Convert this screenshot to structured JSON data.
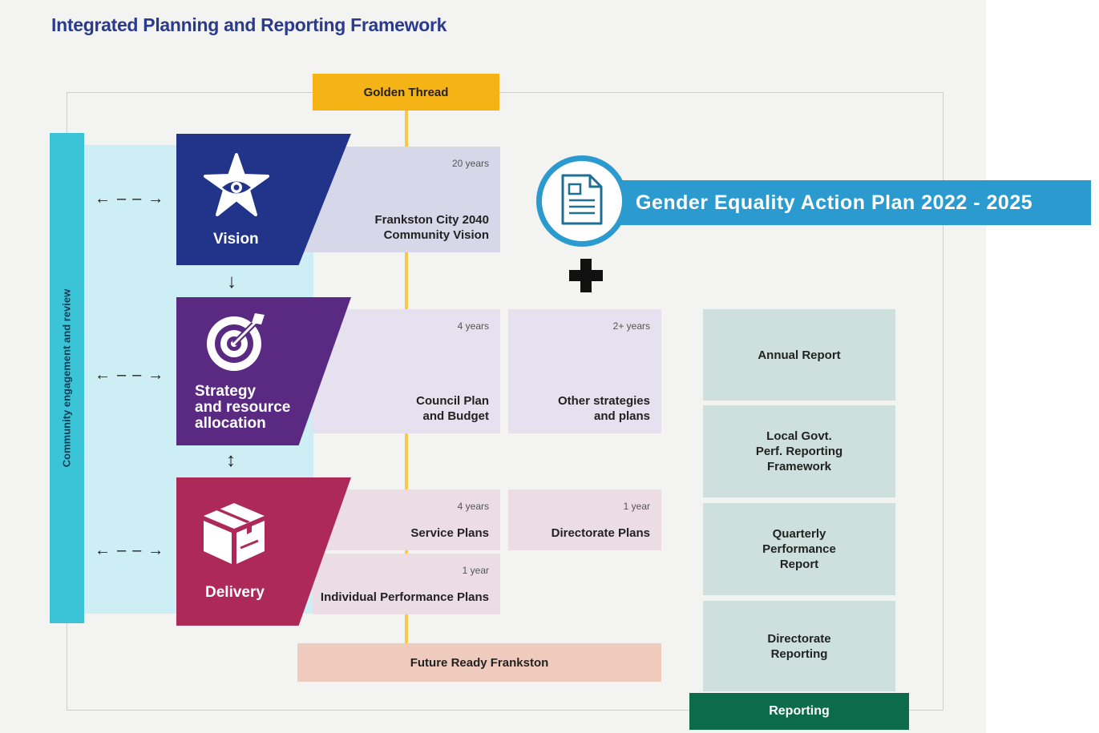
{
  "title": "Integrated Planning and Reporting Framework",
  "golden_thread": "Golden Thread",
  "community": "Community engagement and review",
  "stages": {
    "vision": "Vision",
    "strategy": [
      "Strategy",
      "and resource",
      "allocation"
    ],
    "delivery": "Delivery"
  },
  "plans": {
    "vision": {
      "years": "20 years",
      "name": [
        "Frankston City 2040",
        "Community Vision"
      ]
    },
    "council": {
      "years": "4 years",
      "name": [
        "Council Plan",
        "and Budget"
      ]
    },
    "other": {
      "years": "2+ years",
      "name": [
        "Other strategies",
        "and plans"
      ]
    },
    "service": {
      "years": "4 years",
      "name": "Service Plans"
    },
    "directorate": {
      "years": "1 year",
      "name": "Directorate Plans"
    },
    "individual": {
      "years": "1 year",
      "name": "Individual Performance Plans"
    }
  },
  "future": "Future Ready Frankston",
  "reports": {
    "annual": "Annual Report",
    "lgprf": [
      "Local Govt.",
      "Perf. Reporting",
      "Framework"
    ],
    "quarterly": [
      "Quarterly",
      "Performance",
      "Report"
    ],
    "directorate": [
      "Directorate",
      "Reporting"
    ]
  },
  "reporting": "Reporting",
  "gender_plan": "Gender Equality Action Plan 2022 - 2025",
  "icons": {
    "vision": "star-eye-icon",
    "strategy": "target-icon",
    "delivery": "box-icon",
    "document": "document-icon",
    "plus": "plus-icon"
  },
  "colors": {
    "vision": "#213489",
    "strategy": "#5a2a83",
    "delivery": "#ad2a58",
    "golden": "#f5b316",
    "community": "#3bc4d8",
    "reporting": "#0c6b4b",
    "banner": "#2b9bcf"
  }
}
